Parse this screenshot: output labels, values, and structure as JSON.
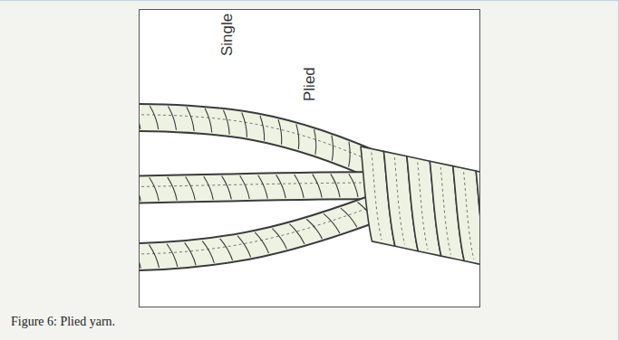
{
  "diagram": {
    "caption": "Figure 6: Plied yarn.",
    "labels": [
      "Single",
      "Plied"
    ]
  }
}
